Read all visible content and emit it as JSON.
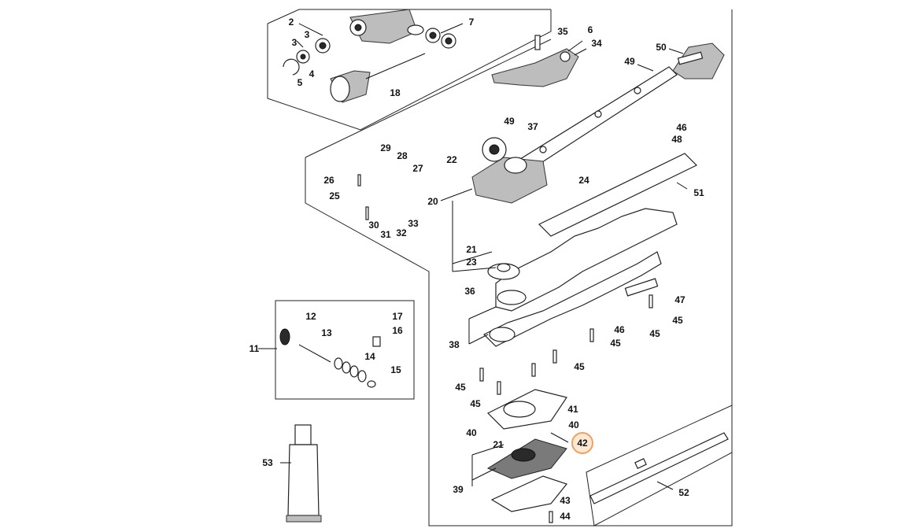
{
  "labels": [
    "2",
    "3",
    "3",
    "4",
    "5",
    "18",
    "7",
    "35",
    "6",
    "34",
    "50",
    "49",
    "49",
    "37",
    "46",
    "48",
    "22",
    "26",
    "29",
    "28",
    "27",
    "25",
    "20",
    "24",
    "51",
    "30",
    "31",
    "32",
    "33",
    "21",
    "23",
    "36",
    "47",
    "45",
    "38",
    "46",
    "45",
    "45",
    "45",
    "12",
    "17",
    "16",
    "13",
    "11",
    "14",
    "15",
    "45",
    "45",
    "41",
    "40",
    "40",
    "42",
    "21",
    "39",
    "43",
    "44",
    "52",
    "53"
  ],
  "highlighted_label": "42",
  "colors": {
    "highlight_fill": "#fde8d4",
    "highlight_stroke": "#f0a060",
    "line": "#222222",
    "background": "#ffffff"
  }
}
